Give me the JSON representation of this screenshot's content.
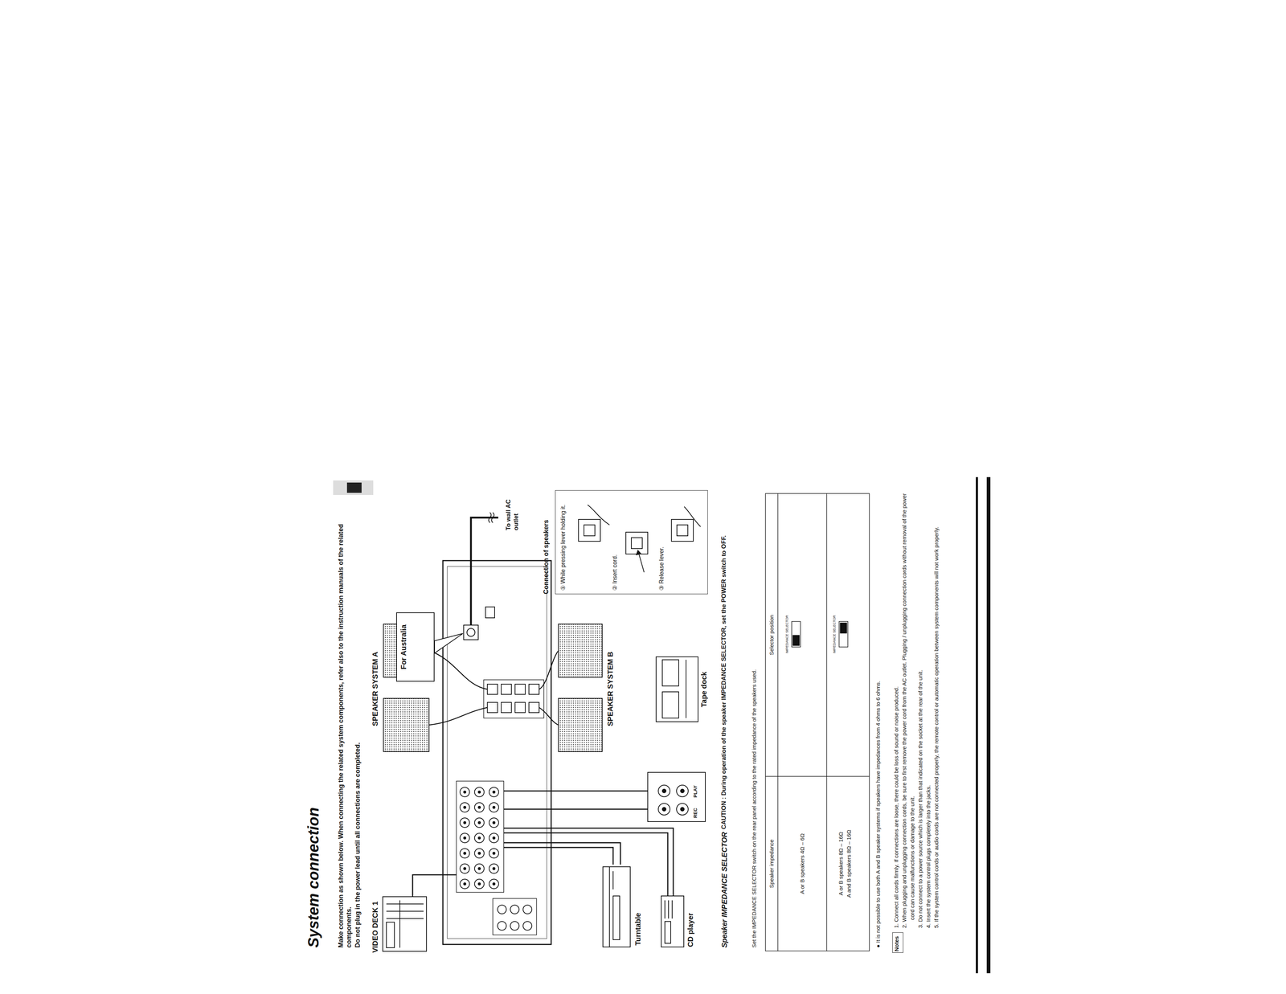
{
  "diagram": {
    "title": "System connection",
    "nodes": [
      {
        "text": [
          "VIDEO DECK 1"
        ]
      },
      {
        "text": [
          "SPEAKER SYSTEM A"
        ]
      },
      {
        "text": [
          "For Australia"
        ]
      },
      {
        "text": [
          "Turntable"
        ]
      },
      {
        "text": [
          "CD player"
        ]
      },
      {
        "text": [
          "Tape dock"
        ]
      },
      {
        "text": [
          "SPEAKER SYSTEM B"
        ]
      },
      {
        "text": [
          "Connection of speakers",
          "① While pressing lever holding it.",
          "② Insert cord.",
          "③ Release lever."
        ]
      },
      {
        "text": [
          "Notes"
        ]
      }
    ],
    "labels": [
      "Make connection as shown below. When connecting the related system components, refer also to the instruction manuals of the related components.",
      "Do not plug in the power lead until all connections are completed.",
      "To wall AC outlet",
      "REC",
      "PLAY",
      "Speaker IMPEDANCE SELECTOR",
      "CAUTION : During operation of the speaker IMPEDANCE SELECTOR, set the POWER switch to OFF.",
      "Set the IMPEDANCE SELECTOR switch on the rear panel according to the rated impedance of the speakers used.",
      "Speaker impedance",
      "Selector position",
      "A or B speakers 4Ω – 6Ω",
      "A or B speakers 8Ω – 16Ω",
      "A and B speakers 8Ω – 16Ω",
      "IMPEDANCE SELECTOR",
      "IMPEDANCE SELECTOR",
      "● It is not possible to use both A and B speaker systems if speakers have impedances from 4 ohms to 6 ohms.",
      "1. Connect all cords firmly. If connections are loose, there could be loss of sound or noise produced.",
      "2. When plugging and unplugging connection cords, be sure to first remove the power cord from the AC outlet. Plugging / unplugging connection cords without removal of the power cord can cause malfunctions or damage to the unit.",
      "3. Do not connect to a power source which is larger than that indicated on the socket at the rear of the unit.",
      "4. Insert the system control plugs completely into the jacks.",
      "5. If the system control cords or audio cords are not connected properly, the remote control or automatic operation between system components will not work properly."
    ]
  }
}
